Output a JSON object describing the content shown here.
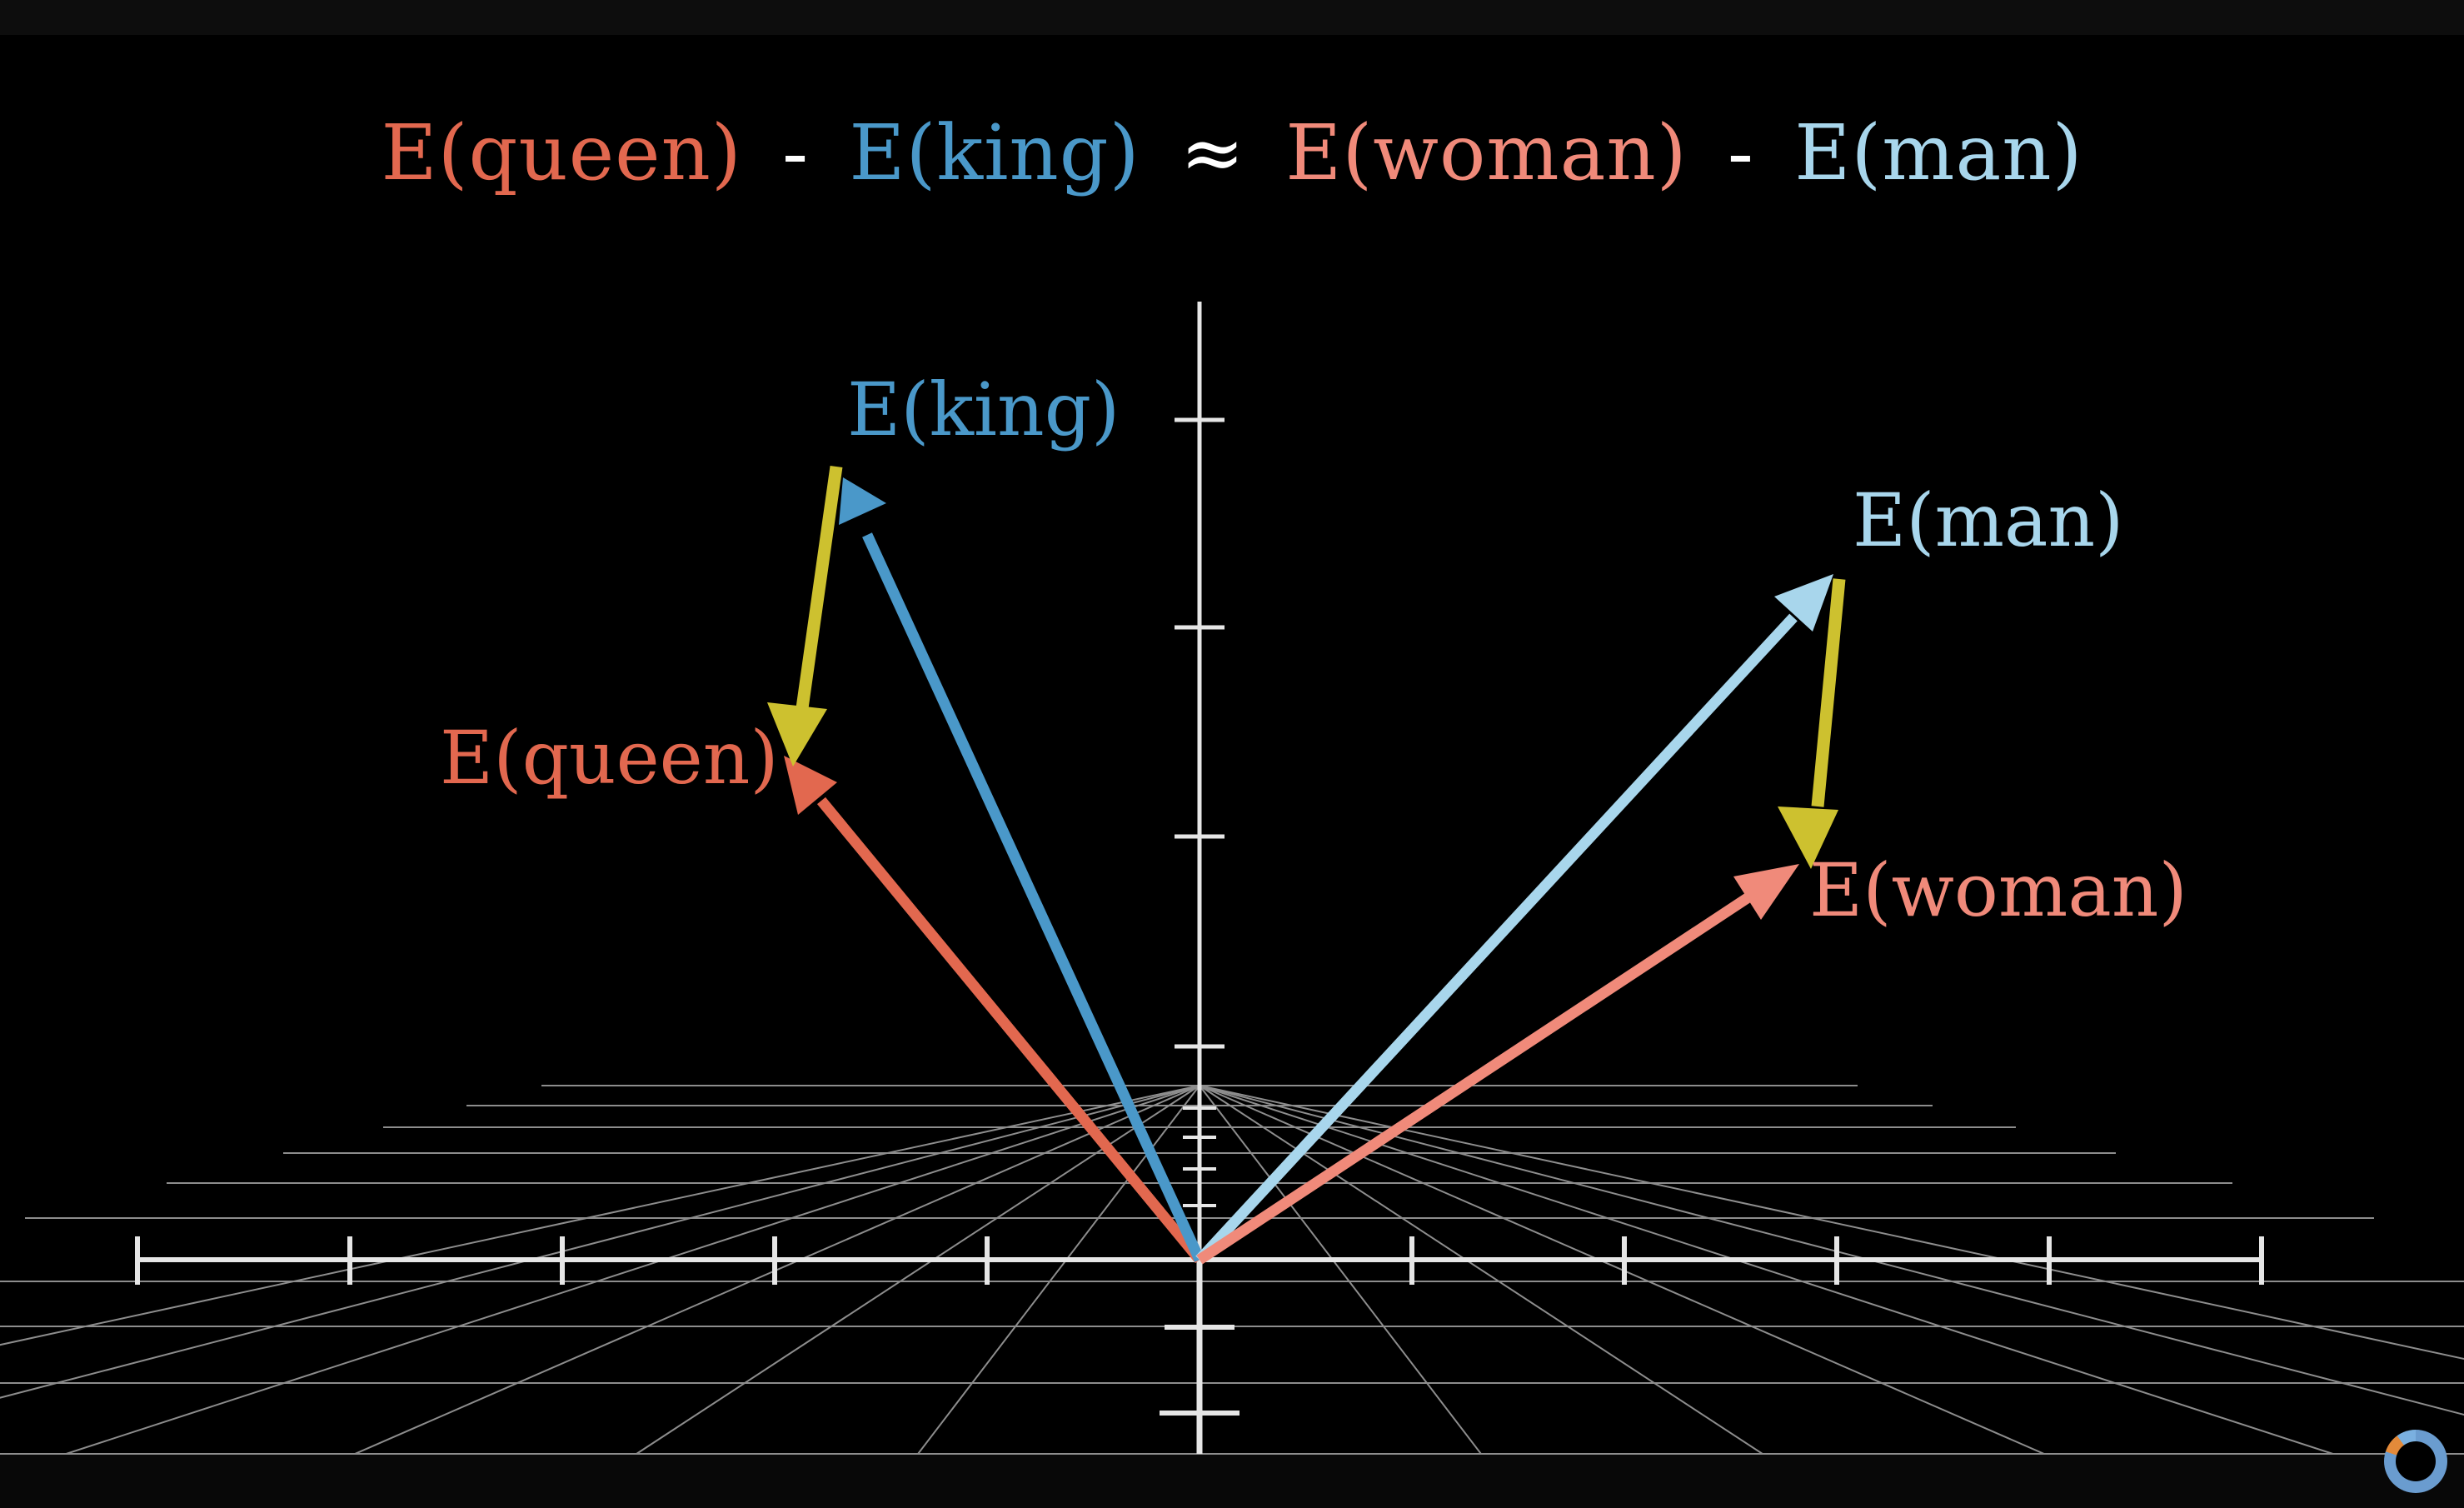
{
  "colors": {
    "queen": "#e2684f",
    "king": "#4a98c9",
    "woman": "#f08a7a",
    "man": "#a8d6ec",
    "difference": "#cdc12f",
    "axis": "#e6e6e6",
    "grid": "#bdbdbd",
    "background": "#000000"
  },
  "equation": {
    "term1": "E(queen)",
    "op1": "-",
    "term2": "E(king)",
    "approx": "≈",
    "term3": "E(woman)",
    "op2": "-",
    "term4": "E(man)"
  },
  "labels": {
    "king": "E(king)",
    "queen": "E(queen)",
    "man": "E(man)",
    "woman": "E(woman)"
  },
  "loader": {
    "icon": "loading-spinner-icon"
  }
}
